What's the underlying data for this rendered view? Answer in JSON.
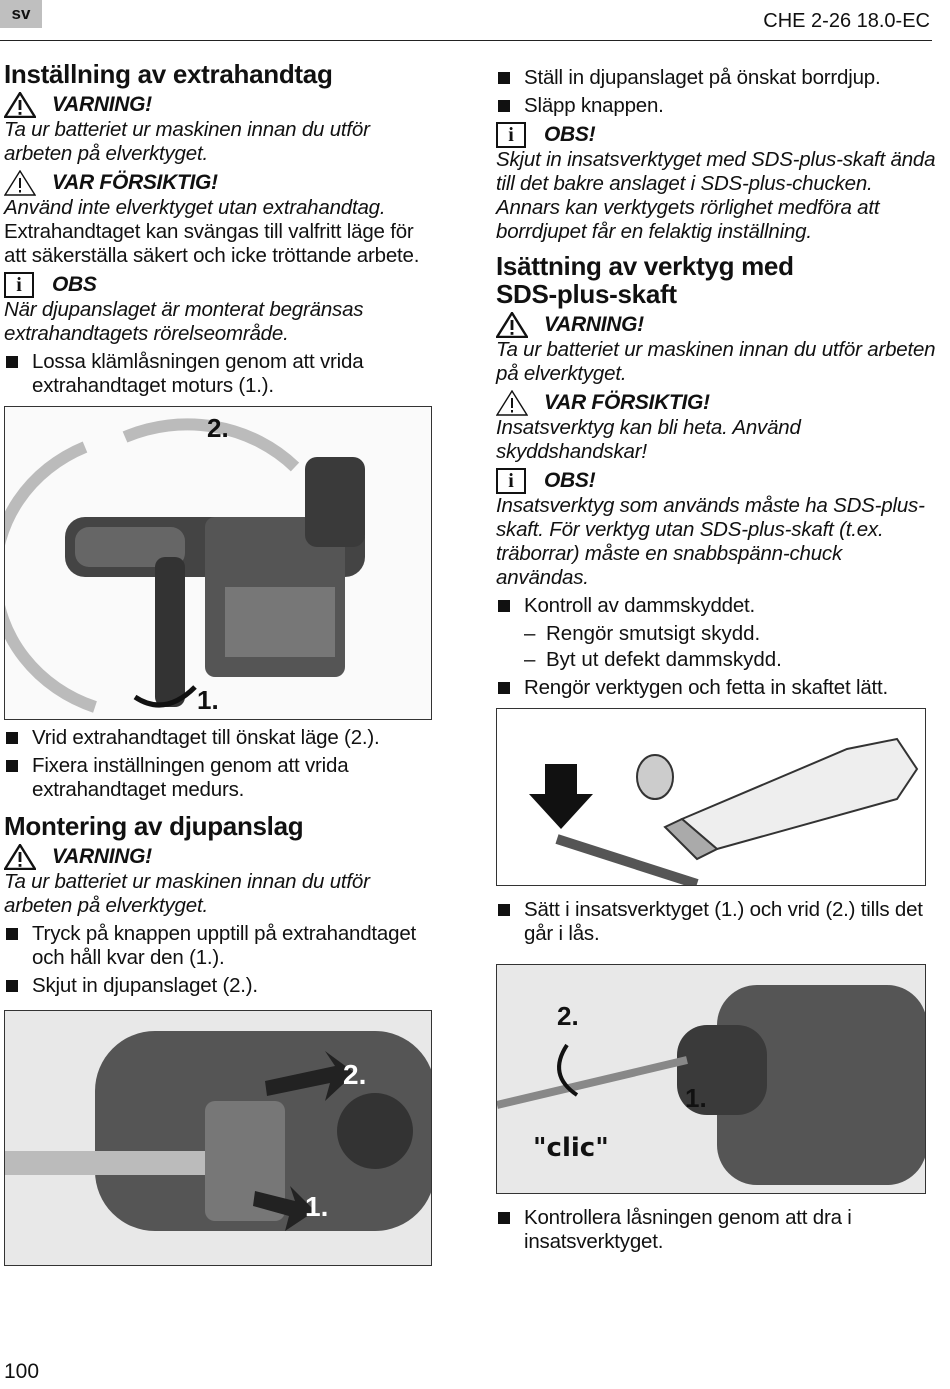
{
  "header": {
    "lang": "sv",
    "model": "CHE 2-26 18.0-EC"
  },
  "left": {
    "s1_title": "Inställning av extrahandtag",
    "s1_warn_word": "VARNING!",
    "s1_warn_text": "Ta ur batteriet ur maskinen innan du utför arbeten på elverktyget.",
    "s1_caution_word": "VAR FÖRSIKTIG!",
    "s1_caution_text": "Använd inte elverktyget utan extrahandtag.",
    "s1_body": "Extrahandtaget kan svängas till valfritt läge för att säkerställa säkert och icke tröttande arbete.",
    "s1_note_word": "OBS",
    "s1_note_text": "När djupanslaget är monterat begränsas extrahandtagets rörelseområde.",
    "s1_bullet1": "Lossa klämlåsningen genom att vrida extrahandtaget moturs (1.).",
    "fig1_label1": "1.",
    "fig1_label2": "2.",
    "s1_bullet2": "Vrid extrahandtaget till önskat läge (2.).",
    "s1_bullet3": "Fixera inställningen genom att vrida extrahandtaget medurs.",
    "s2_title": "Montering av djupanslag",
    "s2_warn_word": "VARNING!",
    "s2_warn_text": "Ta ur batteriet ur maskinen innan du utför arbeten på elverktyget.",
    "s2_bullet1": "Tryck på knappen upptill på extrahand­taget och håll kvar den (1.).",
    "s2_bullet2": "Skjut in djupanslaget (2.).",
    "fig2_label1": "1.",
    "fig2_label2": "2."
  },
  "right": {
    "bullet1": "Ställ in djupanslaget på önskat borrdjup.",
    "bullet2": "Släpp knappen.",
    "note1_word": "OBS!",
    "note1_text": "Skjut in insatsverktyget med SDS-plus-skaft ända till det bakre anslaget i SDS-plus-chucken. Annars kan verktygets rörlighet medföra att borrdjupet får en felaktig inställning.",
    "s3_title": "Isättning av verktyg med SDS-plus-skaft",
    "s3_warn_word": "VARNING!",
    "s3_warn_text": "Ta ur batteriet ur maskinen innan du utför arbeten på elverktyget.",
    "s3_caution_word": "VAR FÖRSIKTIG!",
    "s3_caution_text": "Insatsverktyg kan bli heta. Använd skyddshandskar!",
    "s3_note_word": "OBS!",
    "s3_note_text": "Insatsverktyg som används måste ha SDS-plus-skaft. För verktyg utan SDS-plus-skaft (t.ex. träborrar) måste en snabbspänn-chuck användas.",
    "s3_bullet1": "Kontroll av dammskyddet.",
    "s3_dash1": "Rengör smutsigt skydd.",
    "s3_dash2": "Byt ut defekt dammskydd.",
    "s3_bullet2": "Rengör verktygen och fetta in skaftet lätt.",
    "s3_bullet3": "Sätt i insatsverktyget (1.) och vrid (2.) tills det går i lås.",
    "fig4_label1": "1.",
    "fig4_label2": "2.",
    "fig4_clic": "\"clic\"",
    "s3_bullet4": "Kontrollera låsningen genom att dra i insatsverktyget."
  },
  "footer": {
    "page": "100"
  }
}
